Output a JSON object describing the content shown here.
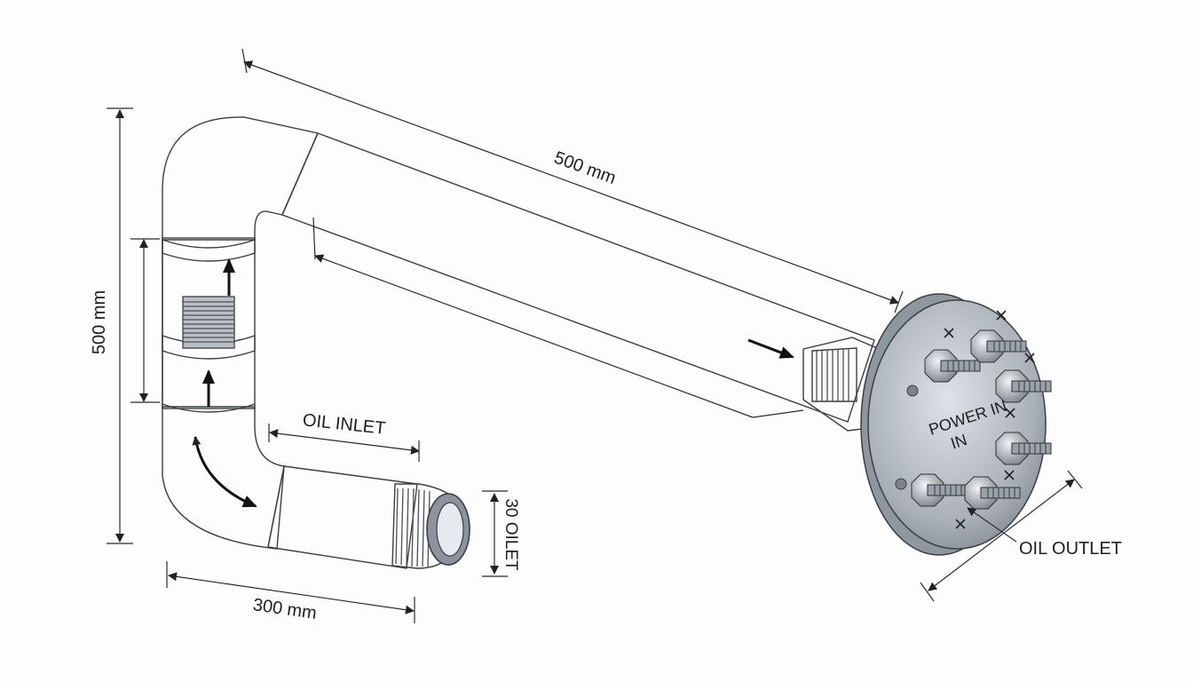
{
  "labels": {
    "top_length": "500 mm",
    "vertical_length": "500 mm",
    "bottom_length": "300 mm",
    "oil_inlet": "OIL INLET",
    "outlet_size": "30 OILET",
    "power_in_line1": "POWER IN",
    "power_in_line2": "IN",
    "oil_outlet": "OIL OUTLET"
  },
  "colors": {
    "steel_light": "#e8ebef",
    "steel_mid": "#aeb5bd",
    "steel_dark": "#6b737c",
    "outline": "#3a3f45",
    "background": "#fdfdfd"
  },
  "icons": [
    "flow-arrow-icon",
    "bolt-icon",
    "thread-icon"
  ]
}
